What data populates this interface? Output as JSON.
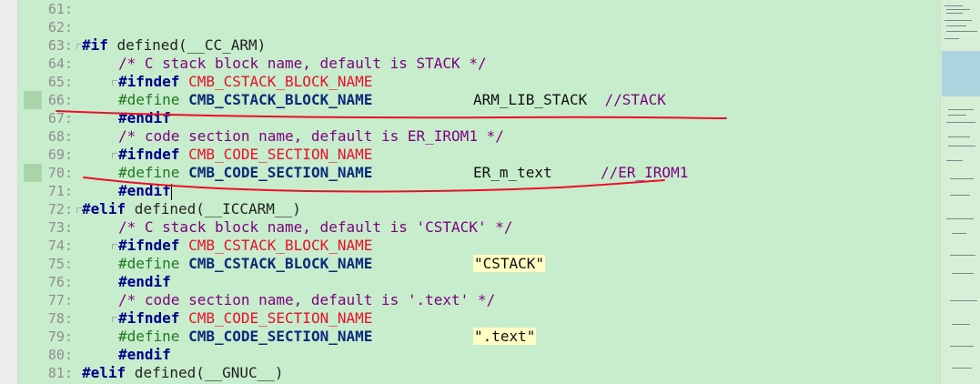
{
  "line_numbers": [
    "61:",
    "62:",
    "63:",
    "64:",
    "65:",
    "66:",
    "67:",
    "68:",
    "69:",
    "70:",
    "71:",
    "72:",
    "73:",
    "74:",
    "75:",
    "76:",
    "77:",
    "78:",
    "79:",
    "80:",
    "81:"
  ],
  "code": {
    "l63": {
      "kw": "#if",
      "rest": " defined(__CC_ARM)"
    },
    "l64": {
      "text": "/* C stack block name, default is STACK */"
    },
    "l65": {
      "kw": "#ifndef",
      "name": "CMB_CSTACK_BLOCK_NAME"
    },
    "l66": {
      "def": "#define",
      "name": "CMB_CSTACK_BLOCK_NAME",
      "value": "ARM_LIB_STACK",
      "comment": "//STACK"
    },
    "l67": {
      "kw": "#endif"
    },
    "l68": {
      "text": "/* code section name, default is ER_IROM1 */"
    },
    "l69": {
      "kw": "#ifndef",
      "name": "CMB_CODE_SECTION_NAME"
    },
    "l70": {
      "def": "#define",
      "name": "CMB_CODE_SECTION_NAME",
      "value": "ER_m_text",
      "comment": "//ER_IROM1"
    },
    "l71": {
      "kw": "#endif"
    },
    "l72": {
      "kw": "#elif",
      "rest": " defined(__ICCARM__)"
    },
    "l73": {
      "text": "/* C stack block name, default is 'CSTACK' */"
    },
    "l74": {
      "kw": "#ifndef",
      "name": "CMB_CSTACK_BLOCK_NAME"
    },
    "l75": {
      "def": "#define",
      "name": "CMB_CSTACK_BLOCK_NAME",
      "value": "\"CSTACK\""
    },
    "l76": {
      "kw": "#endif"
    },
    "l77": {
      "text": "/* code section name, default is '.text' */"
    },
    "l78": {
      "kw": "#ifndef",
      "name": "CMB_CODE_SECTION_NAME"
    },
    "l79": {
      "def": "#define",
      "name": "CMB_CODE_SECTION_NAME",
      "value": "\".text\""
    },
    "l80": {
      "kw": "#endif"
    },
    "l81": {
      "kw": "#elif",
      "rest": " defined(__GNUC__)"
    }
  },
  "colors": {
    "background": "#c7edcc",
    "keyword": "#00008b",
    "macro_name_red": "#e8102a",
    "comment": "#7f007f",
    "define_green": "#1e7a1e",
    "annotation": "#e8102a"
  }
}
